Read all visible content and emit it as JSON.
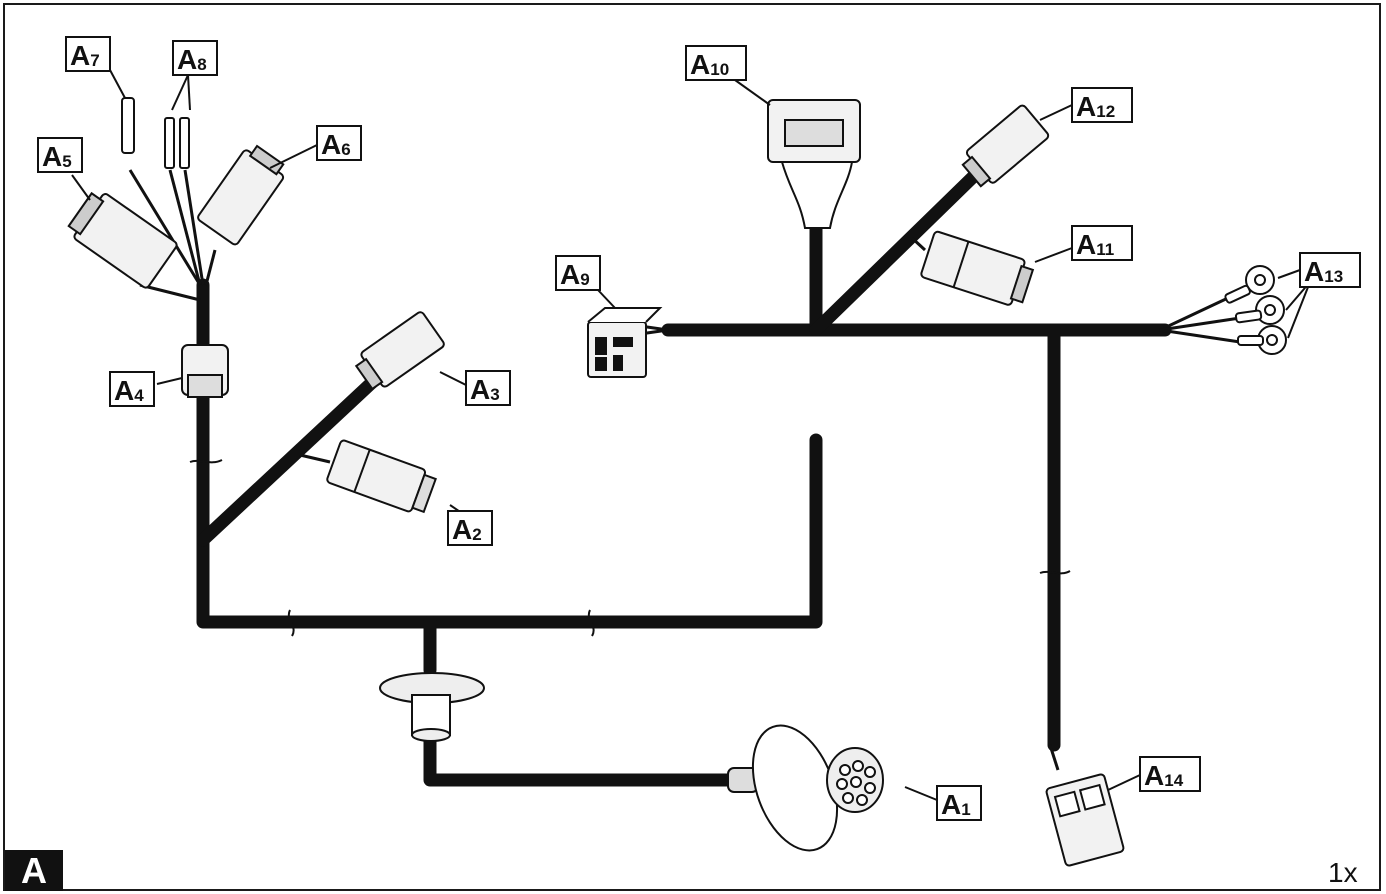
{
  "figure": {
    "panel_letter": "A",
    "quantity": "1x"
  },
  "components": [
    {
      "id": "A1",
      "letter": "A",
      "index": "1",
      "icon": "round-13-pin-socket"
    },
    {
      "id": "A2",
      "letter": "A",
      "index": "2",
      "icon": "rectangular-connector"
    },
    {
      "id": "A3",
      "letter": "A",
      "index": "3",
      "icon": "rectangular-connector"
    },
    {
      "id": "A4",
      "letter": "A",
      "index": "4",
      "icon": "inline-connector"
    },
    {
      "id": "A5",
      "letter": "A",
      "index": "5",
      "icon": "rectangular-connector"
    },
    {
      "id": "A6",
      "letter": "A",
      "index": "6",
      "icon": "rectangular-connector"
    },
    {
      "id": "A7",
      "letter": "A",
      "index": "7",
      "icon": "single-terminal"
    },
    {
      "id": "A8",
      "letter": "A",
      "index": "8",
      "icon": "double-terminal"
    },
    {
      "id": "A9",
      "letter": "A",
      "index": "9",
      "icon": "relay-socket"
    },
    {
      "id": "A10",
      "letter": "A",
      "index": "10",
      "icon": "multi-pin-module-connector"
    },
    {
      "id": "A11",
      "letter": "A",
      "index": "11",
      "icon": "rectangular-connector"
    },
    {
      "id": "A12",
      "letter": "A",
      "index": "12",
      "icon": "rectangular-connector"
    },
    {
      "id": "A13",
      "letter": "A",
      "index": "13",
      "icon": "ring-terminals"
    },
    {
      "id": "A14",
      "letter": "A",
      "index": "14",
      "icon": "two-pin-connector"
    }
  ]
}
